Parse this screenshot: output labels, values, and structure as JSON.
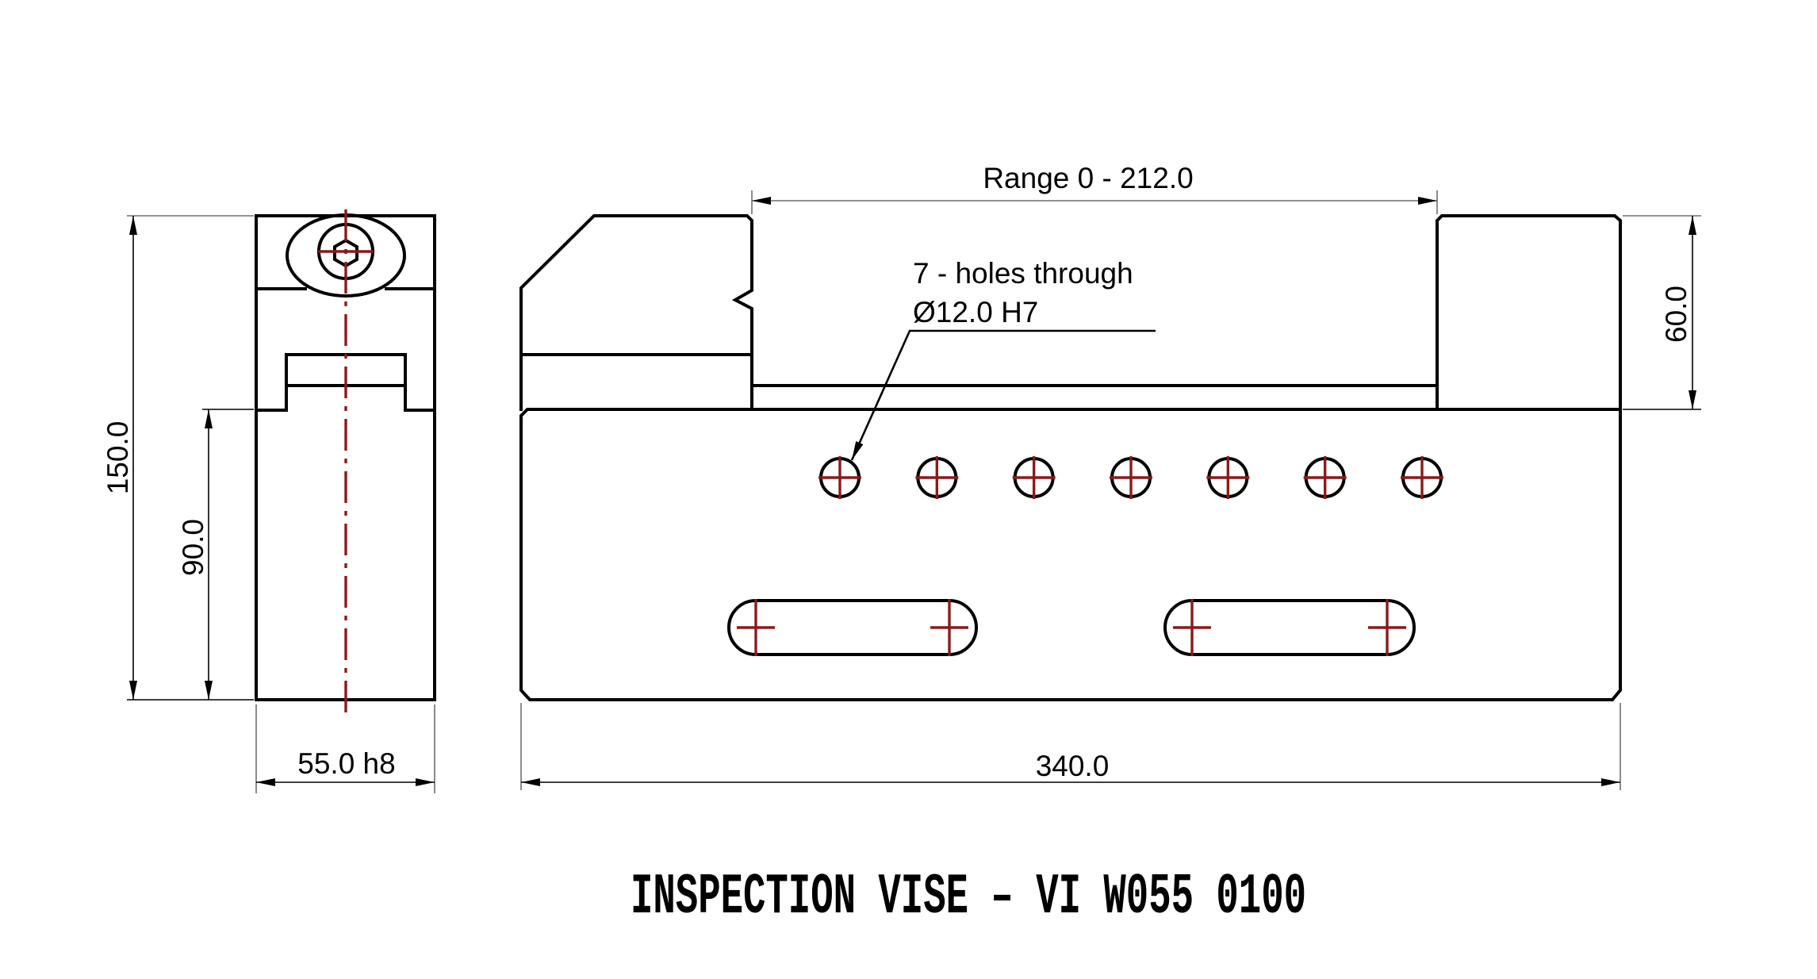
{
  "drawing": {
    "title": "INSPECTION VISE – VI W055 0100",
    "colors": {
      "outline": "#000000",
      "centerline": "#8b1a1a",
      "background": "#ffffff"
    }
  },
  "dimensions": {
    "range": "Range 0 - 212.0",
    "total_height": "150.0",
    "base_height": "90.0",
    "width": "55.0 h8",
    "length": "340.0",
    "jaw_height": "60.0"
  },
  "annotations": {
    "holes_line1": "7 - holes through",
    "holes_line2": "Ø12.0 H7",
    "hole_count": 7,
    "slot_count": 2
  }
}
